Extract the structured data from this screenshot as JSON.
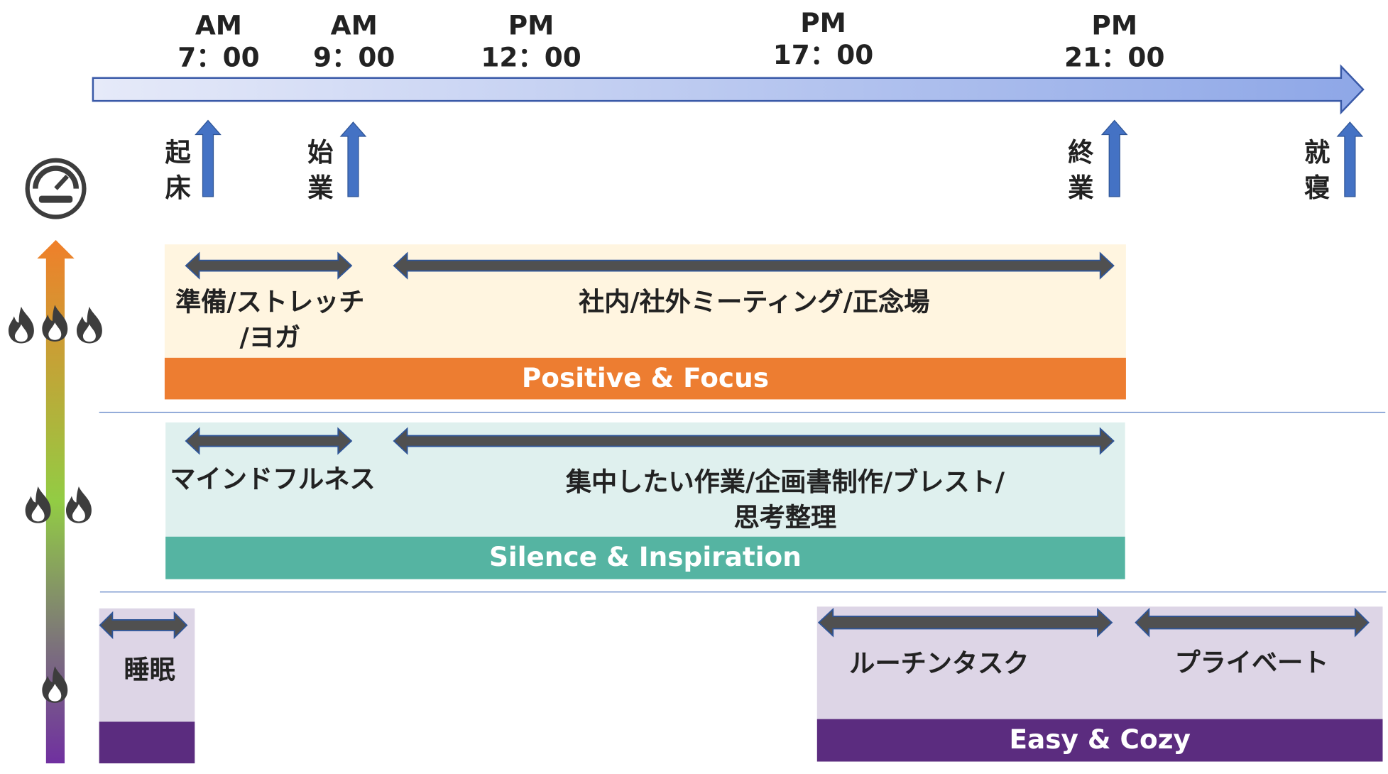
{
  "timeline": {
    "times": [
      {
        "period": "AM",
        "time": "7：00"
      },
      {
        "period": "AM",
        "time": "9：00"
      },
      {
        "period": "PM",
        "time": "12：00"
      },
      {
        "period": "PM",
        "time": "17：00"
      },
      {
        "period": "PM",
        "time": "21：00"
      }
    ],
    "events": [
      {
        "label1": "起",
        "label2": "床"
      },
      {
        "label1": "始",
        "label2": "業"
      },
      {
        "label1": "終",
        "label2": "業"
      },
      {
        "label1": "就",
        "label2": "寝"
      }
    ]
  },
  "sections": {
    "positive": {
      "activity1_line1": "準備/ストレッチ",
      "activity1_line2": "/ヨガ",
      "activity2": "社内/社外ミーティング/正念場",
      "mode": "Positive & Focus",
      "color": "#ed7d31",
      "bg": "#fff5e0"
    },
    "silence": {
      "activity1": "マインドフルネス",
      "activity2_line1": "集中したい作業/企画書制作/ブレスト/",
      "activity2_line2": "思考整理",
      "mode": "Silence & Inspiration",
      "color": "#55b4a2",
      "bg": "#dff0ee"
    },
    "easy": {
      "sleep": "睡眠",
      "activity1": "ルーチンタスク",
      "activity2": "プライベート",
      "mode": "Easy & Cozy",
      "color": "#5b2c7f",
      "bg": "#ddd5e6"
    }
  },
  "energy_scale": {
    "icon": "speedometer-icon",
    "levels": [
      3,
      2,
      1
    ],
    "level_icon": "flame-icon"
  }
}
